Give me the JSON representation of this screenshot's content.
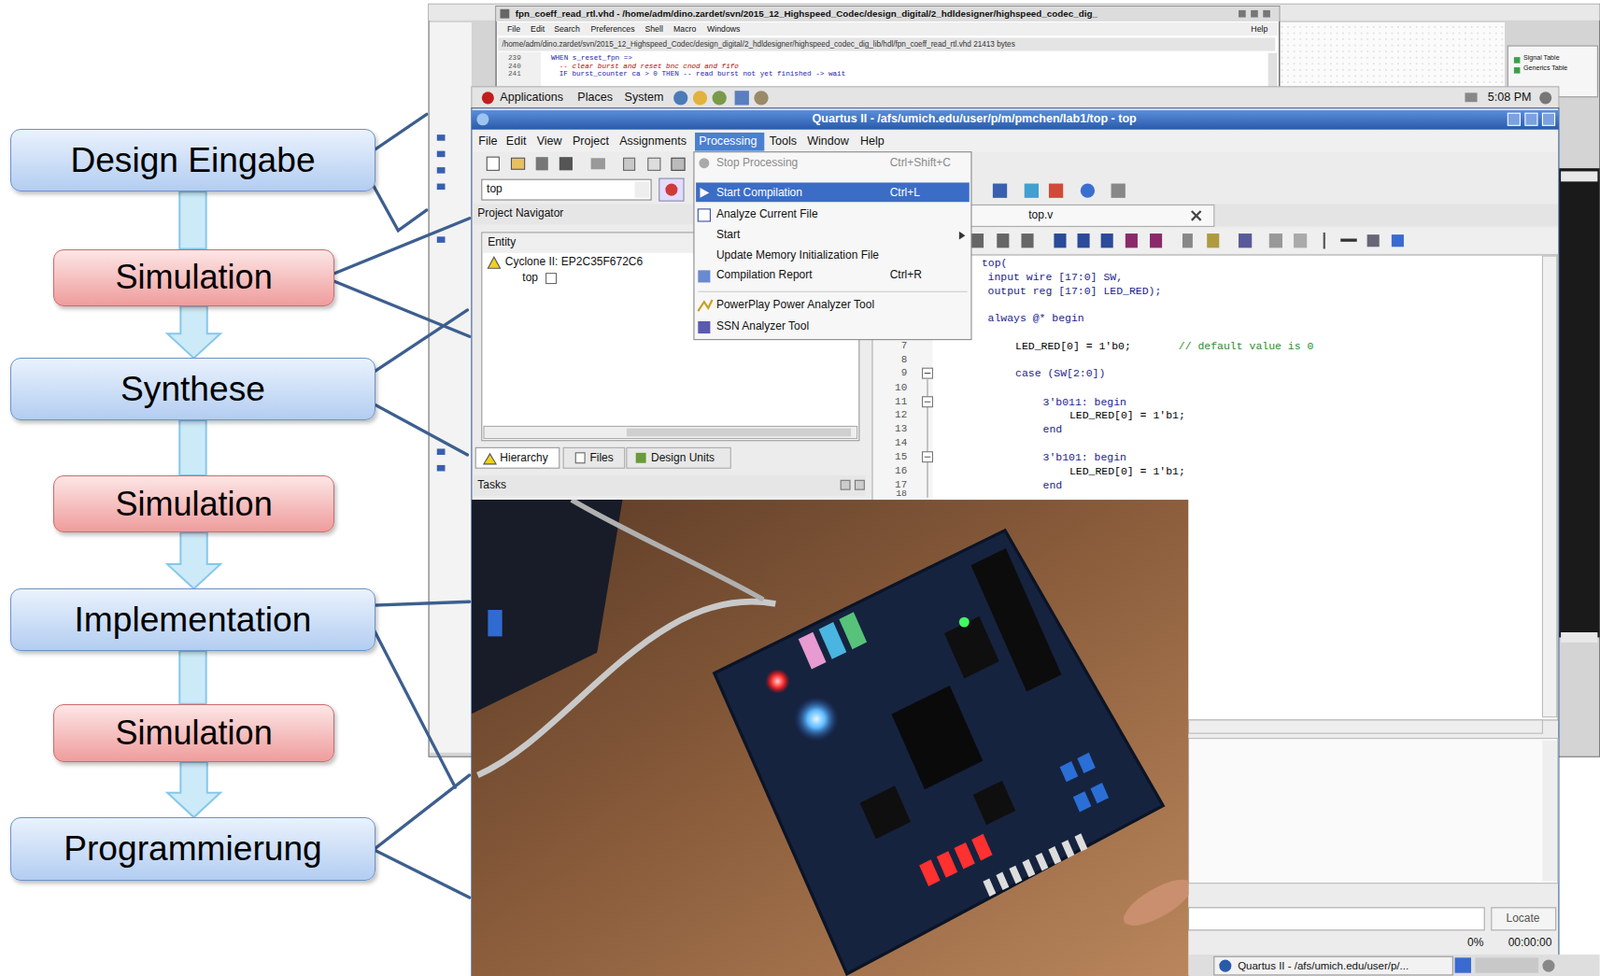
{
  "diagram": {
    "nodes": [
      {
        "text": [
          "Design Eingabe"
        ]
      },
      {
        "text": [
          "Simulation"
        ]
      },
      {
        "text": [
          "Synthese"
        ]
      },
      {
        "text": [
          "Simulation"
        ]
      },
      {
        "text": [
          "Implementation"
        ]
      },
      {
        "text": [
          "Simulation"
        ]
      },
      {
        "text": [
          "Programmierung"
        ]
      }
    ],
    "edges": [
      {
        "from": 0,
        "to": 1,
        "arrow": "none"
      },
      {
        "from": 1,
        "to": 2,
        "arrow": "to"
      },
      {
        "from": 2,
        "to": 3,
        "arrow": "none"
      },
      {
        "from": 3,
        "to": 4,
        "arrow": "to"
      },
      {
        "from": 4,
        "to": 5,
        "arrow": "none"
      },
      {
        "from": 5,
        "to": 6,
        "arrow": "to"
      }
    ],
    "labels": [
      "fpn_coeff_read_rtl.vhd - /home/adm/dino.zardet/svn/2015_12_Highspeed_Codec/design_digital/2_hdldesigner/highspeed_codec_dig_",
      "File",
      "Edit",
      "Search",
      "Preferences",
      "Shell",
      "Macro",
      "Windows",
      "Help",
      "/home/adm/dino.zardet/svn/2015_12_Highspeed_Codec/design_digital/2_hdldesigner/highspeed_codec_dig_lib/hdl/fpn_coeff_read_rtl.vhd 21413 bytes",
      "239",
      "240",
      "241",
      "WHEN s_reset_fpn =>",
      "-- clear burst and reset bnc cnod and fifo",
      "IF burst_counter ca > 0 THEN -- read burst not yet finished -> wait",
      "Signal Table",
      "Generics Table",
      "Applications",
      "Places",
      "System",
      "5:08 PM",
      "Quartus II - /afs/umich.edu/user/p/m/pmchen/lab1/top - top",
      "File",
      "Edit",
      "View",
      "Project",
      "Assignments",
      "Processing",
      "Tools",
      "Window",
      "Help",
      "Stop Processing",
      "Ctrl+Shift+C",
      "Start Compilation",
      "Ctrl+L",
      "Analyze Current File",
      "Start",
      "Update Memory Initialization File",
      "Compilation Report",
      "Ctrl+R",
      "PowerPlay Power Analyzer Tool",
      "SSN Analyzer Tool",
      "top",
      "Project Navigator",
      "Entity",
      "Cyclone II: EP2C35F672C6",
      "top",
      "Hierarchy",
      "Files",
      "Design Units",
      "Tasks",
      "top.v",
      "top(",
      "input wire [17:0] SW,",
      "output reg [17:0] LED_RED);",
      "always @* begin",
      "LED_RED[0] = 1'b0;",
      "// default value is 0",
      "case (SW[2:0])",
      "3'b011: begin",
      "LED_RED[0] = 1'b1;",
      "end",
      "3'b101: begin",
      "LED_RED[0] = 1'b1;",
      "end",
      "7",
      "8",
      "9",
      "10",
      "11",
      "12",
      "13",
      "14",
      "15",
      "16",
      "17",
      "18",
      "Locate",
      "0%",
      "00:00:00",
      "Quartus II - /afs/umich.edu/user/p/..."
    ]
  }
}
